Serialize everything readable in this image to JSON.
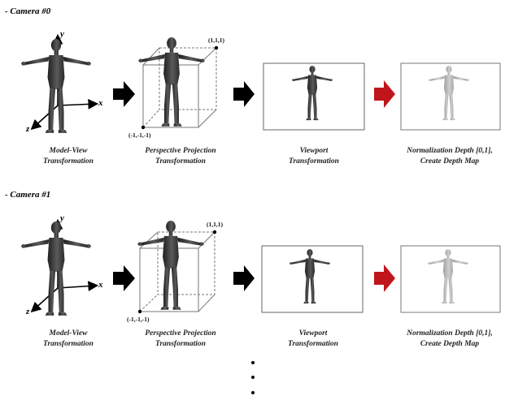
{
  "cameras": [
    {
      "label": "- Camera #0",
      "axes": {
        "x": "x",
        "y": "y",
        "z": "z"
      },
      "corners": {
        "max": "(1,1,1)",
        "min": "(-1,-1,-1)"
      },
      "captions": {
        "model_view": [
          "Model-View",
          "Transformation"
        ],
        "projection": [
          "Perspective Projection",
          "Transformation"
        ],
        "viewport": [
          "Viewport",
          "Transformation"
        ],
        "depth": [
          "Normalization Depth [0,1],",
          "Create Depth Map"
        ]
      }
    },
    {
      "label": "- Camera #1",
      "axes": {
        "x": "x",
        "y": "y",
        "z": "z"
      },
      "corners": {
        "max": "(1,1,1)",
        "min": "(-1,-1,-1)"
      },
      "captions": {
        "model_view": [
          "Model-View",
          "Transformation"
        ],
        "projection": [
          "Perspective Projection",
          "Transformation"
        ],
        "viewport": [
          "Viewport",
          "Transformation"
        ],
        "depth": [
          "Normalization Depth [0,1],",
          "Create Depth Map"
        ]
      }
    }
  ],
  "colors": {
    "arrow_black": "#000000",
    "arrow_red": "#c0161b",
    "figure_dark": "#3a3a3a",
    "figure_light": "#b9b9b9",
    "frame": "#555555"
  }
}
